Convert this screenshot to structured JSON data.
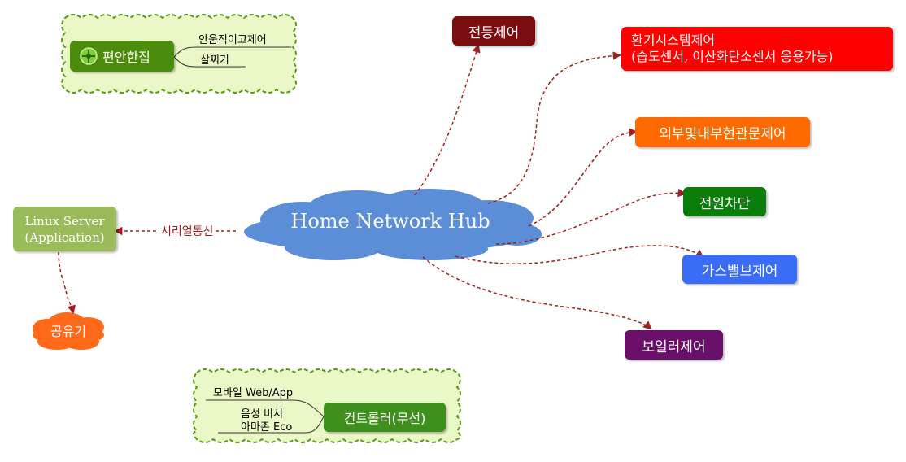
{
  "hub": {
    "label": "Home Network Hub"
  },
  "nodes": {
    "light": "전등제어",
    "ventilation_line1": "환기시스템제어",
    "ventilation_line2": "(습도센서, 이산화탄소센서 응용가능)",
    "door": "외부및내부현관문제어",
    "power": "전원차단",
    "gas": "가스밸브제어",
    "boiler": "보일러제어"
  },
  "comfort": {
    "label": "편안한집",
    "items": [
      "안움직이고제어",
      "살찌기"
    ]
  },
  "linux": {
    "line1": "Linux Server",
    "line2": "(Application)",
    "link_label": "시리얼통신"
  },
  "router": {
    "label": "공유기"
  },
  "controller": {
    "label": "컨트롤러(무선)",
    "items": [
      "모바일 Web/App",
      "음성 비서",
      "아마존 Eco"
    ]
  },
  "colors": {
    "hub": "#5b8ed6",
    "light": "#7a0e0e",
    "ventilation": "#ff0000",
    "door": "#ff6a00",
    "power": "#0a7d0a",
    "gas": "#3a6cf5",
    "boiler": "#6a0f6a",
    "linux": "#9bba5a",
    "router": "#ff6a1a",
    "comfort": "#4c8c0c",
    "controller": "#3f8f1e",
    "connector": "#a31e1e",
    "panel_fill": "#eaf8c8",
    "panel_border": "#5a9a10"
  },
  "icons": {
    "comfort": "compass-icon"
  }
}
